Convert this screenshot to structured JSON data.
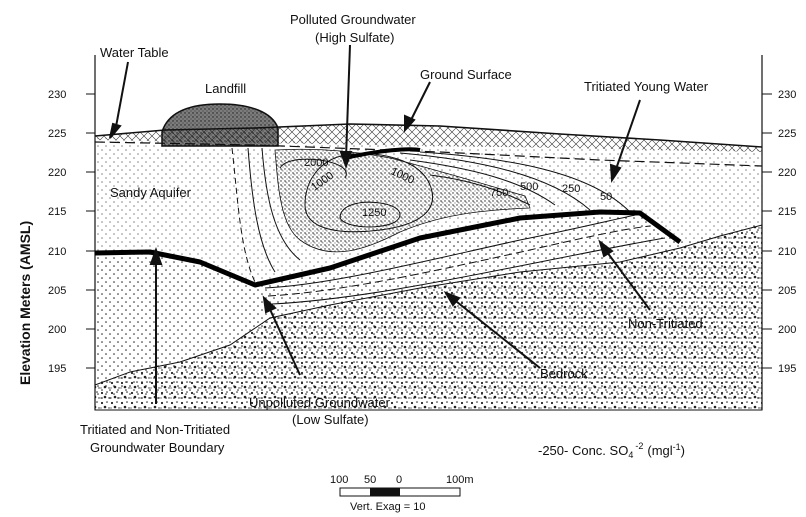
{
  "y_axis": {
    "title": "Elevation Meters (AMSL)",
    "ticks": [
      "230",
      "225",
      "220",
      "215",
      "210",
      "205",
      "200",
      "195"
    ]
  },
  "right_ticks": [
    "230",
    "225",
    "220",
    "215",
    "210",
    "205",
    "200",
    "195"
  ],
  "labels": {
    "water_table": "Water Table",
    "landfill": "Landfill",
    "polluted": "Polluted Groundwater",
    "polluted_sub": "(High Sulfate)",
    "ground_surface": "Ground Surface",
    "tritiated_young": "Tritiated Young Water",
    "sandy_aquifer": "Sandy Aquifer",
    "non_tritiated": "Non-Tritiated",
    "bedrock": "Bedrock",
    "unpolluted": "Unpolluted Groundwater",
    "unpolluted_sub": "(Low Sulfate)",
    "boundary": "Tritiated and Non-Tritiated",
    "boundary_sub": "Groundwater Boundary"
  },
  "contours": {
    "c2000": "2000",
    "c1000a": "1000",
    "c1000b": "1000",
    "c1250": "1250",
    "c750": "750",
    "c500": "500",
    "c250": "250",
    "c50": "50"
  },
  "legend": {
    "conc_prefix": "-250- Conc. SO",
    "conc_sub": "4",
    "conc_sup": "-2",
    "conc_unit": "(mgl",
    "conc_unit_sup": "-1",
    "conc_close": ")"
  },
  "scale": {
    "l100": "100",
    "l50": "50",
    "l0": "0",
    "r100": "100m",
    "exag": "Vert. Exag = 10"
  }
}
